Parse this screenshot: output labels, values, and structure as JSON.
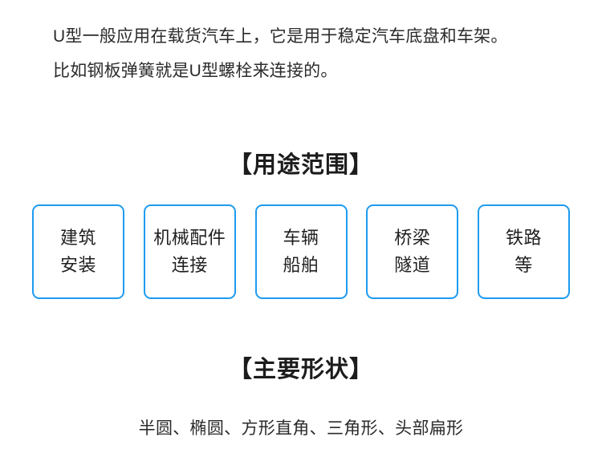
{
  "theme": {
    "accent_blue": "#1e9bf0",
    "text_color": "#2b2b2b",
    "heading_color": "#1c1c1c",
    "background": "#ffffff"
  },
  "intro": {
    "line1": "U型一般应用在载货汽车上，它是用于稳定汽车底盘和车架。",
    "line2": "比如钢板弹簧就是U型螺栓来连接的。"
  },
  "usage_section": {
    "heading": "【用途范围】",
    "boxes": [
      {
        "line1": "建筑",
        "line2": "安装"
      },
      {
        "line1": "机械配件",
        "line2": "连接"
      },
      {
        "line1": "车辆",
        "line2": "船舶"
      },
      {
        "line1": "桥梁",
        "line2": "隧道"
      },
      {
        "line1": "铁路",
        "line2": "等"
      }
    ]
  },
  "shape_section": {
    "heading": "【主要形状】",
    "shapes_text": "半圆、椭圆、方形直角、三角形、头部扁形"
  }
}
